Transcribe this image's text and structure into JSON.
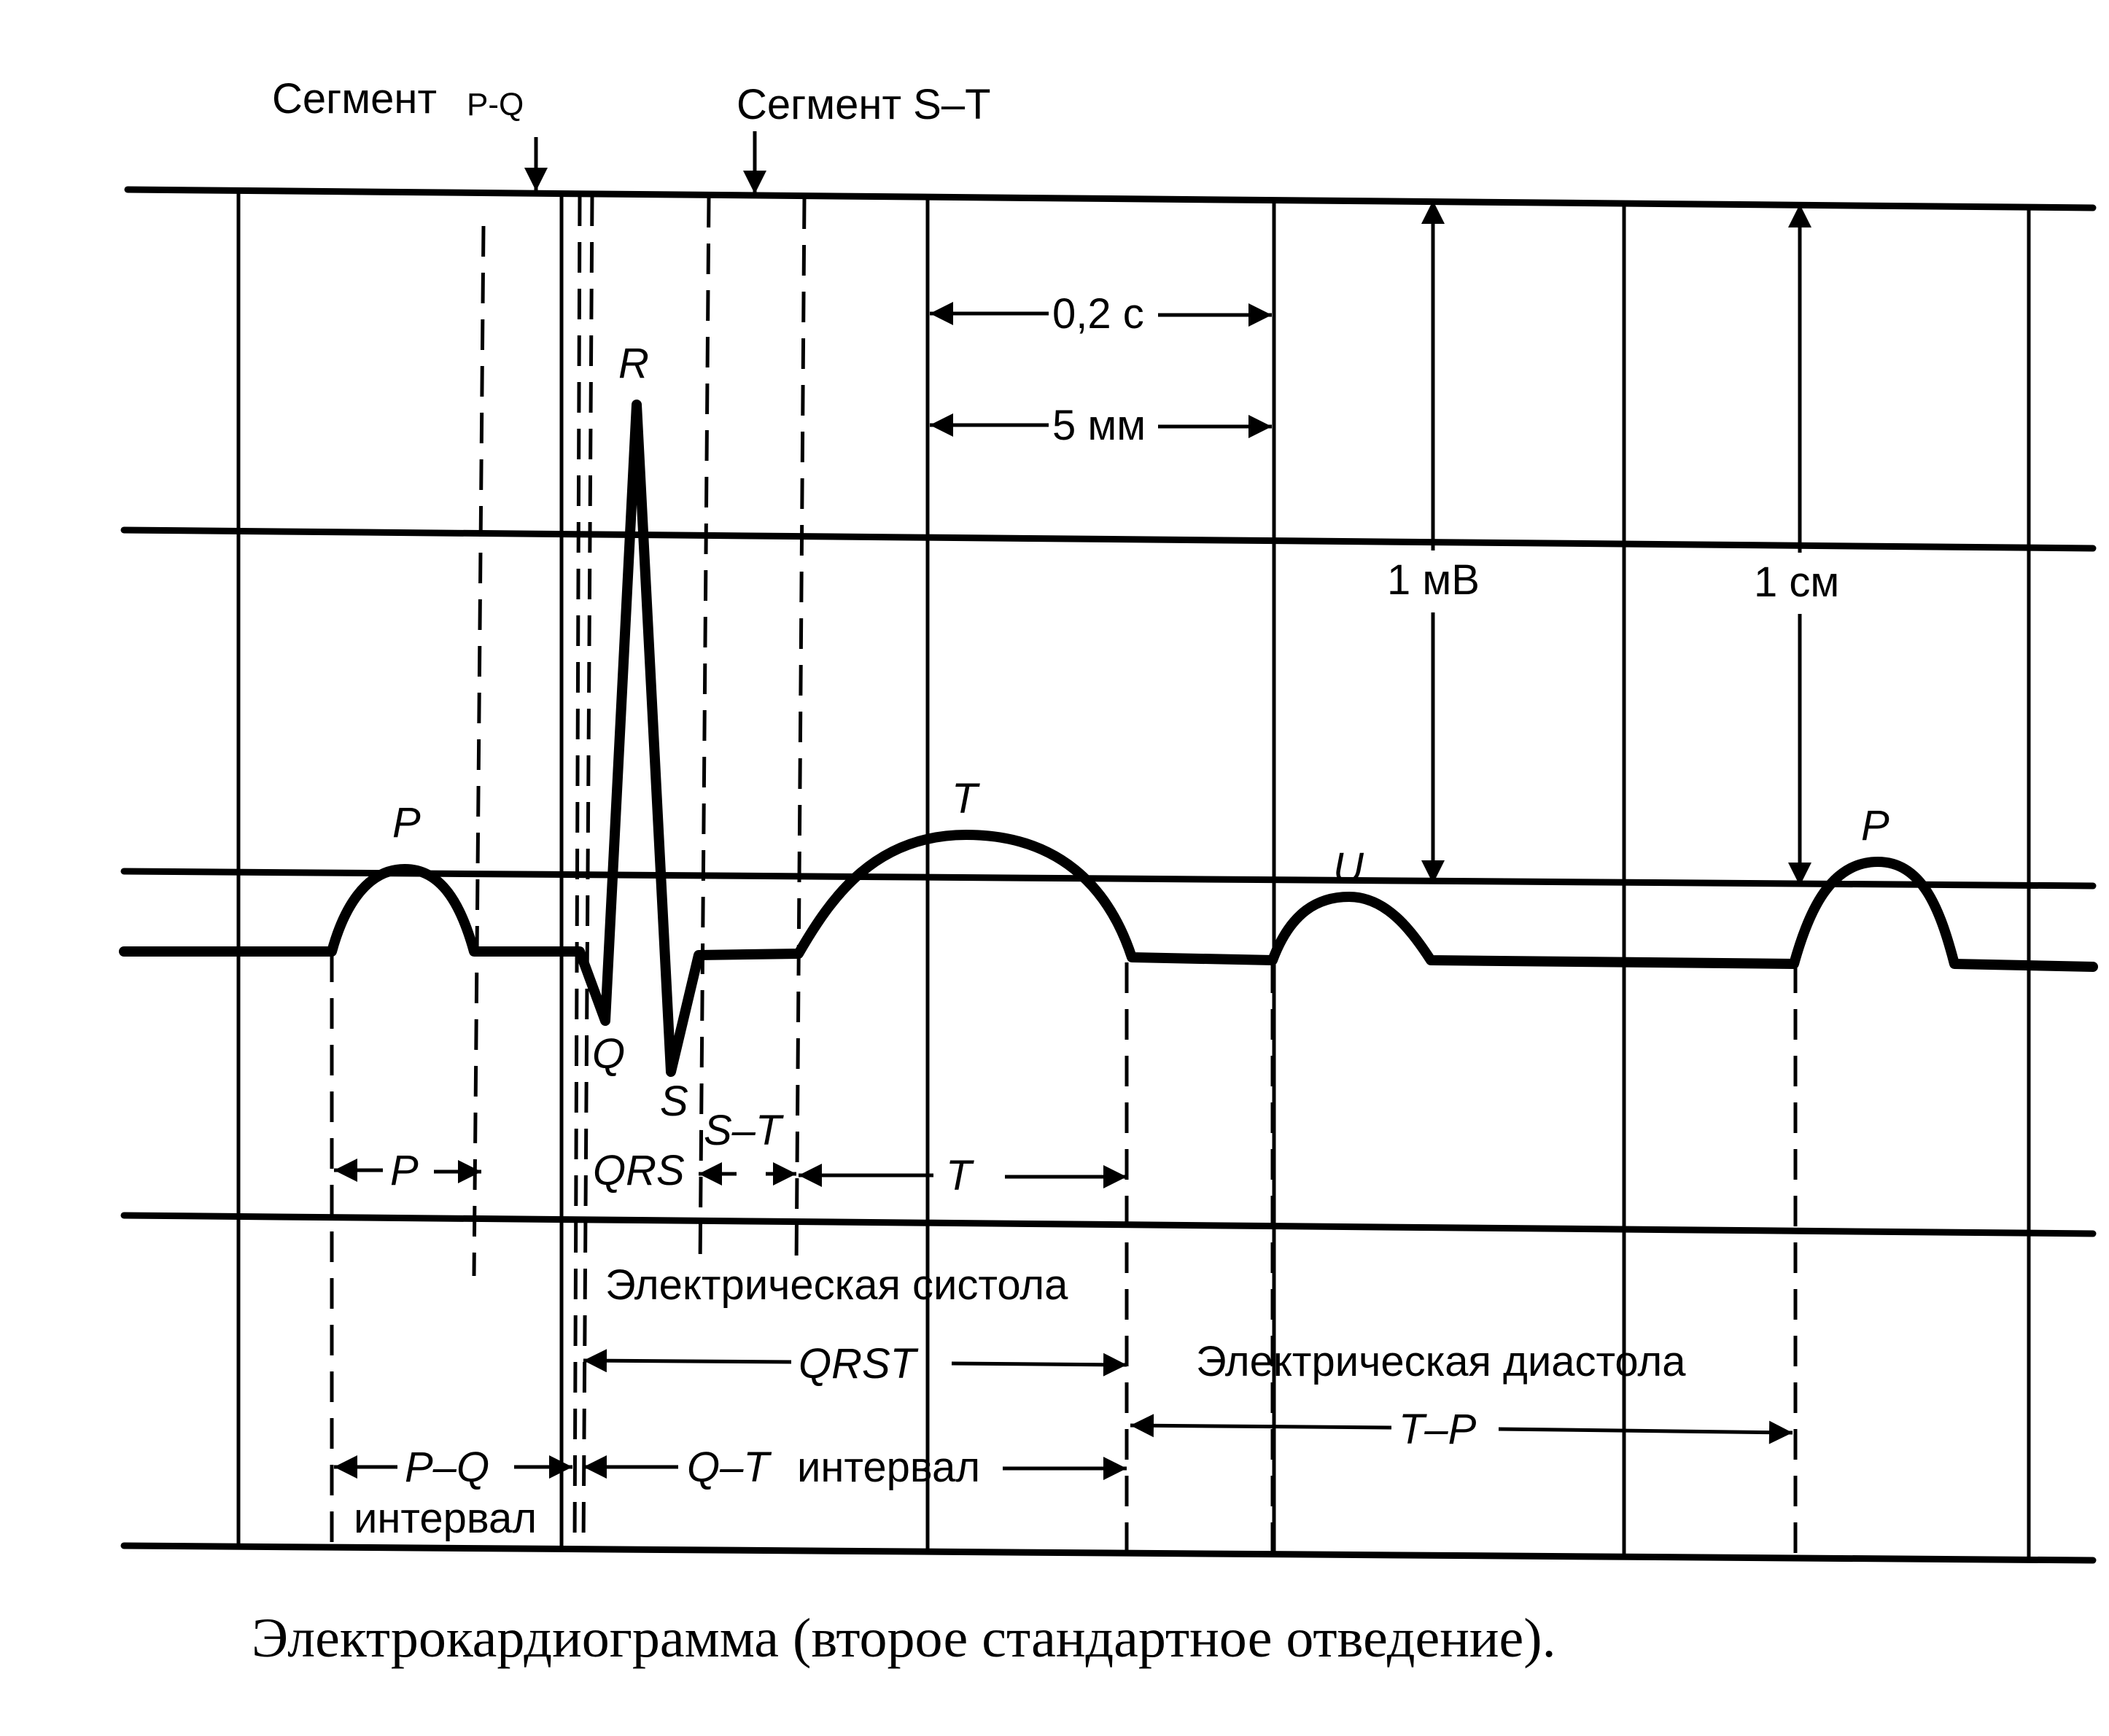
{
  "top_labels": {
    "segment_pq_word": "Сегмент",
    "segment_pq_code": "P-Q",
    "segment_st": "Сегмент S–T"
  },
  "wave_labels": {
    "p1": "P",
    "r": "R",
    "q": "Q",
    "s": "S",
    "t": "T",
    "u": "U",
    "p2": "P"
  },
  "scale_labels": {
    "time": "0,2 с",
    "distance": "5 мм",
    "voltage": "1 мВ",
    "height": "1 см"
  },
  "interval_labels": {
    "p_duration": "P",
    "qrs": "QRS",
    "st": "S–T",
    "t_duration": "T",
    "electrical_systole": "Электрическая систола",
    "qrst": "QRST",
    "electrical_diastole": "Электрическая диастола",
    "tp": "T–P",
    "pq_interval_code": "P–Q",
    "pq_interval_word": "интервал",
    "qt_interval_code": "Q–T",
    "qt_interval_word": "интервал"
  },
  "caption": "Электрокардиограмма (второе стандартное отведение)."
}
